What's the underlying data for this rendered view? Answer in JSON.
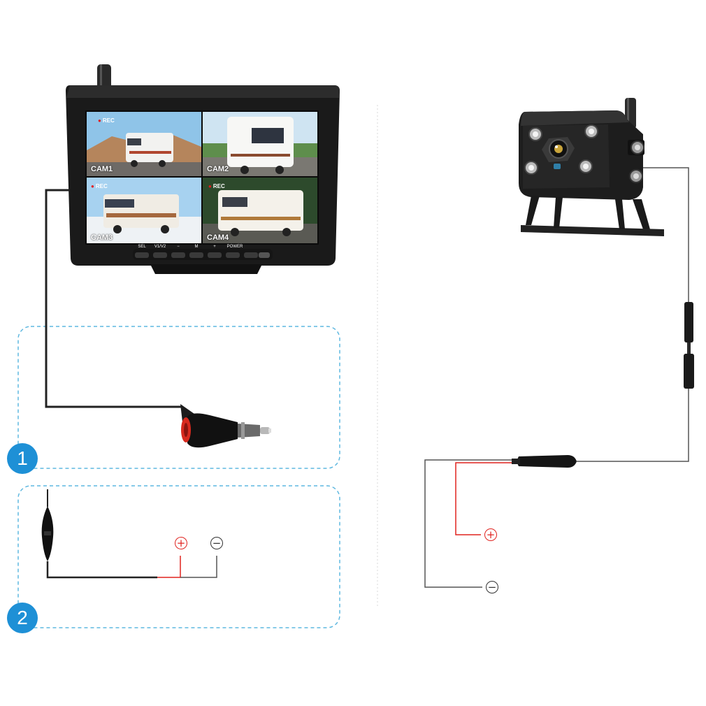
{
  "monitor": {
    "tiles": [
      {
        "rec": "REC",
        "cam": "CAM1"
      },
      {
        "rec": "",
        "cam": "CAM2"
      },
      {
        "rec": "REC",
        "cam": "CAM3"
      },
      {
        "rec": "REC",
        "cam": "CAM4"
      }
    ],
    "buttons": [
      "SEL",
      "V1/V2",
      "−",
      "M",
      "+",
      "POWER"
    ]
  },
  "steps": {
    "step1": "1",
    "step2": "2"
  },
  "polarity": {
    "positive": "+",
    "negative": "−"
  },
  "colors": {
    "step_border": "#5fb8e0",
    "badge": "#1e90d6",
    "positive_wire": "#e0231f",
    "wire": "#222222"
  },
  "icons": [
    "antenna-icon",
    "cigarette-lighter-plug-icon",
    "inline-fuse-icon",
    "camera-icon"
  ]
}
